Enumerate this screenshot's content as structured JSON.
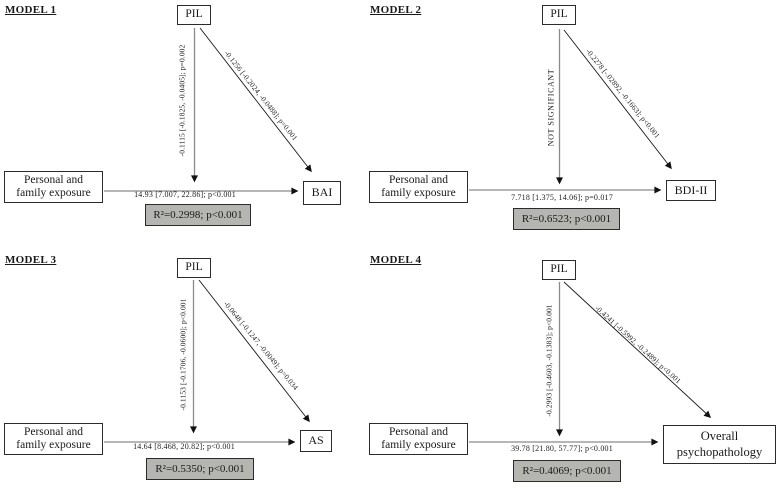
{
  "figure": {
    "type": "mediation-path-models",
    "colors": {
      "background": "#ffffff",
      "box_border": "#2b2b2b",
      "r2_box_fill": "#b5b5b1",
      "gray_arrow": "#8a8a8a",
      "black_arrow": "#1a1a1a"
    }
  },
  "models": [
    {
      "title": "MODEL 1",
      "mediator": "PIL",
      "predictor": "Personal and family exposure",
      "outcome": "BAI",
      "vertical_arrow_label": "-0.1115 [-0.1825, -0.0405]; p=0.002",
      "diagonal_arrow_label": "-0.1256 [-0.2024, -0.0488]; p=0.001",
      "horizontal_arrow_label": "14.93 [7.007, 22.86]; p<0.001",
      "r2_label": "R²=0.2998; p<0.001"
    },
    {
      "title": "MODEL 2",
      "mediator": "PIL",
      "predictor": "Personal and family exposure",
      "outcome": "BDI-II",
      "vertical_arrow_label": "NOT SIGNIFICANT",
      "diagonal_arrow_label": "-0.2278 [-.02892, -0.1663]; p<0.001",
      "horizontal_arrow_label": "7.718 [1.375, 14.06]; p=0.017",
      "r2_label": "R²=0.6523; p<0.001"
    },
    {
      "title": "MODEL 3",
      "mediator": "PIL",
      "predictor": "Personal and family exposure",
      "outcome": "AS",
      "vertical_arrow_label": "-0.1153 [-0.1706, -0.0600]; p<0.001",
      "diagonal_arrow_label": "-0.0648 [-0.1247, -0.0049]; p=0.034",
      "horizontal_arrow_label": "14.64 [8.468, 20.82]; p<0.001",
      "r2_label": "R²=0.5350; p<0.001"
    },
    {
      "title": "MODEL 4",
      "mediator": "PIL",
      "predictor": "Personal and family exposure",
      "outcome": "Overall psychopathology",
      "vertical_arrow_label": "-0.2993 [-0.4603, -0.1383]; p<0.001",
      "diagonal_arrow_label": "-0.4241 [-0.5992, -0.2489]; p<0.001",
      "horizontal_arrow_label": "39.78 [21.80, 57.77]; p<0.001",
      "r2_label": "R²=0.4069; p<0.001"
    }
  ]
}
